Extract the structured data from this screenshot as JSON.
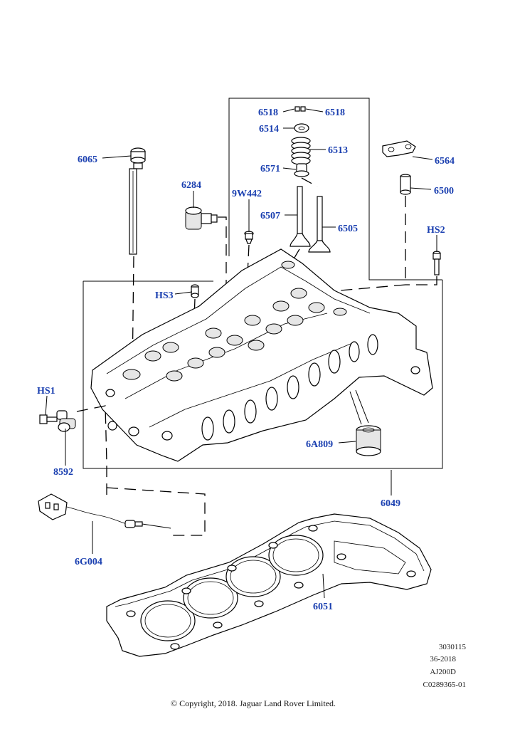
{
  "callouts": {
    "c6518a": "6518",
    "c6518b": "6518",
    "c6514": "6514",
    "c6513": "6513",
    "c6571": "6571",
    "c6507": "6507",
    "c6505": "6505",
    "c6564": "6564",
    "c6500": "6500",
    "c6065": "6065",
    "c6284": "6284",
    "c9W442": "9W442",
    "cHS2": "HS2",
    "cHS3": "HS3",
    "cHS1": "HS1",
    "c8592": "8592",
    "c6A809": "6A809",
    "c6049": "6049",
    "c6G004": "6G004",
    "c6051": "6051"
  },
  "meta": {
    "line1": "3030115",
    "line2": "36-2018",
    "line3": "AJ200D",
    "line4": "C0289365-01"
  },
  "copyright": "© Copyright, 2018. Jaguar Land Rover Limited.",
  "colors": {
    "callout": "#1a3fb0",
    "line": "#000000"
  }
}
